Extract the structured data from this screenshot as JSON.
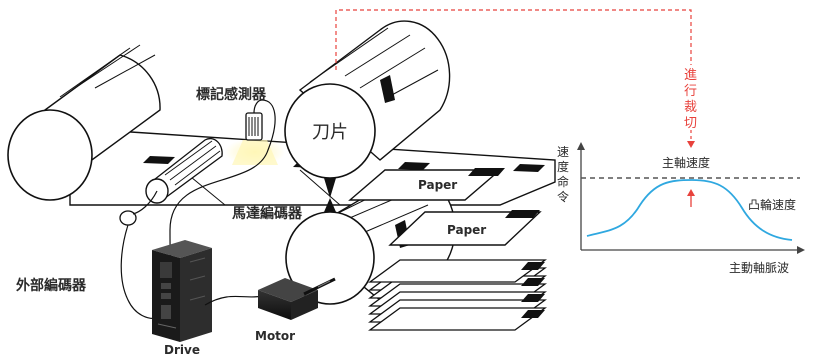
{
  "labels": {
    "mark_sensor": "標記感測器",
    "blade": "刀片",
    "cut_command": [
      "進",
      "行",
      "裁",
      "切"
    ],
    "master_encoder": "馬達編碼器",
    "external_encoder": "外部編碼器",
    "paper_top": "Paper",
    "paper_bottom": "Paper",
    "motor": "Motor",
    "drive": "Drive"
  },
  "cam_chart": {
    "y_axis_label": [
      "速",
      "度",
      "命",
      "令"
    ],
    "x_axis_label": "主動軸脈波",
    "ref_line_label": "主軸速度",
    "curve_label": "凸輪速度"
  },
  "colors": {
    "cut_signal": "#e8423c",
    "curve": "#2fa8e0",
    "reference_line": "#555555",
    "sensor_glow": "#fff3b0"
  }
}
